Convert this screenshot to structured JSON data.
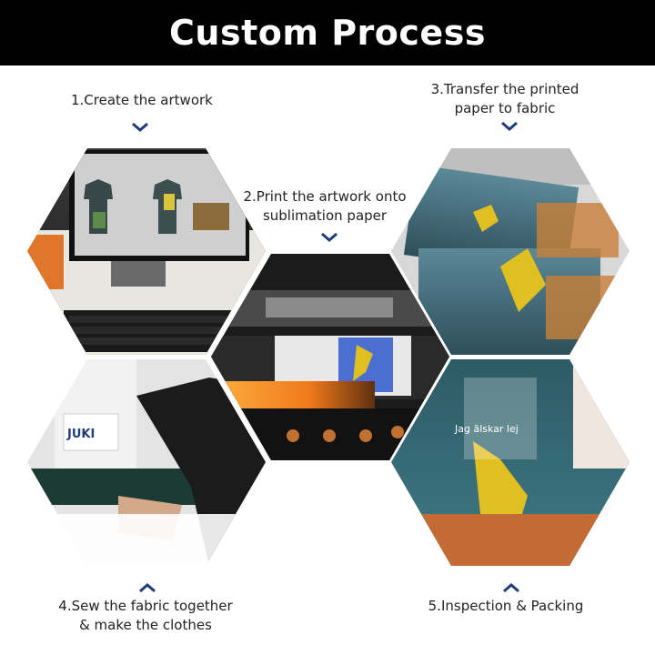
{
  "title": "Custom Process",
  "steps": [
    {
      "id": 1,
      "lines": [
        "1.Create the artwork"
      ],
      "image": "computer monitor showing t-shirt artwork",
      "pointer": "chevron-down-icon"
    },
    {
      "id": 2,
      "lines": [
        "2.Print the artwork onto",
        "sublimation paper"
      ],
      "image": "large format printer printing design",
      "pointer": "chevron-down-icon"
    },
    {
      "id": 3,
      "lines": [
        "3.Transfer the printed",
        "paper to  fabric"
      ],
      "image": "printed paper on fabric at heat press",
      "pointer": "chevron-down-icon"
    },
    {
      "id": 4,
      "lines": [
        "4.Sew the fabric together",
        "& make the clothes"
      ],
      "image": "hands sewing fabric on JUKI sewing machine",
      "machine_brand": "JUKI",
      "pointer": "chevron-up-icon"
    },
    {
      "id": 5,
      "lines": [
        "5.Inspection & Packing"
      ],
      "image": "finished jersey in clear packing bag",
      "shirt_text": "Jag älskar lej",
      "pointer": "chevron-up-icon"
    }
  ],
  "colors": {
    "banner": "#000000",
    "title": "#ffffff",
    "text": "#222222",
    "accent": "#1f3d7a"
  }
}
